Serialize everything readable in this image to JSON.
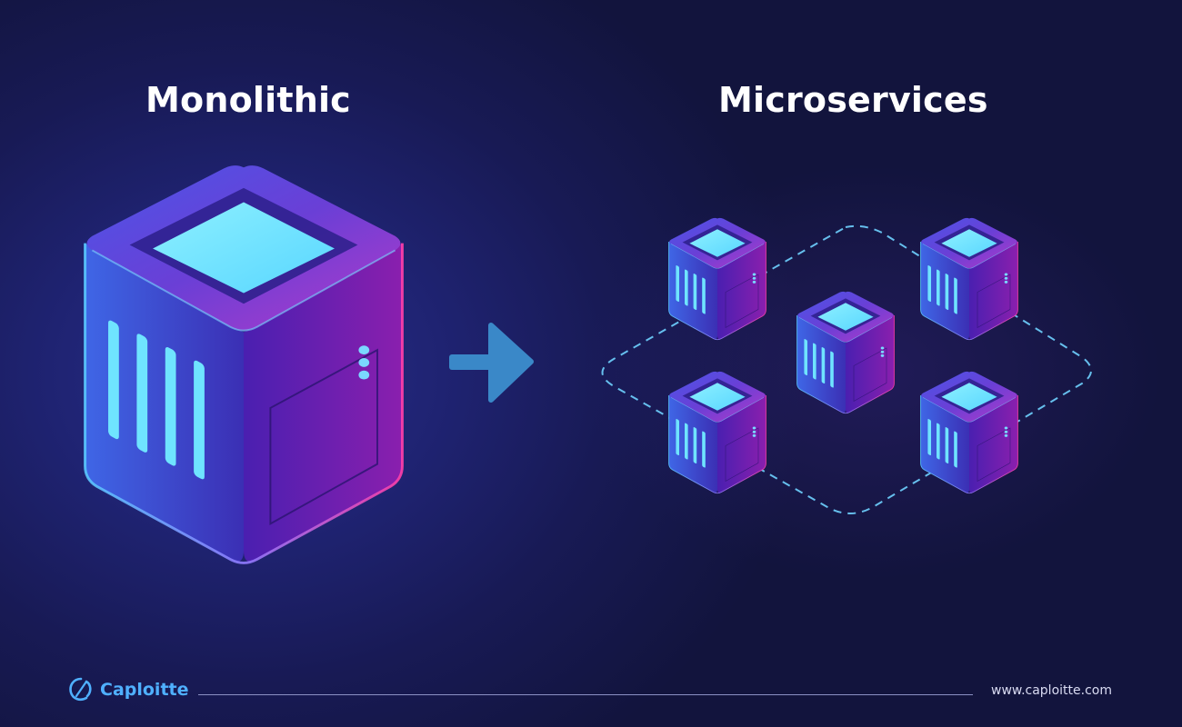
{
  "diagram": {
    "left_title": "Monolithic",
    "right_title": "Microservices"
  },
  "footer": {
    "brand": "Caploitte",
    "website": "www.caploitte.com"
  },
  "colors": {
    "cube_top": "#5a3fd0",
    "cube_left": "#3a3cc8",
    "cube_right": "#5a1ea8",
    "screen": "#6fe4ff",
    "arrow": "#3a88c8",
    "dashed_link": "#6fd2ff",
    "brand_blue": "#4fb0ff"
  }
}
